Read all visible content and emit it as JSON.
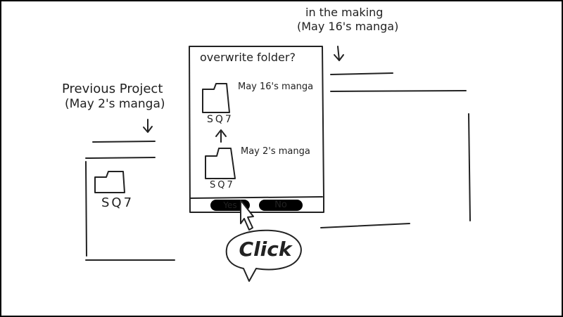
{
  "header": {
    "line1": "in the making",
    "line2": "(May 16's manga)"
  },
  "left": {
    "line1": "Previous Project",
    "line2": "(May 2's manga)",
    "folder_label": "SQ7"
  },
  "dialog": {
    "title": "overwrite folder?",
    "top_item": {
      "name": "May 16's manga",
      "code": "SQ7"
    },
    "bottom_item": {
      "name": "May 2's manga",
      "code": "SQ7"
    },
    "yes_label": "Yes",
    "no_label": "No"
  },
  "callout": {
    "text": "Click"
  }
}
